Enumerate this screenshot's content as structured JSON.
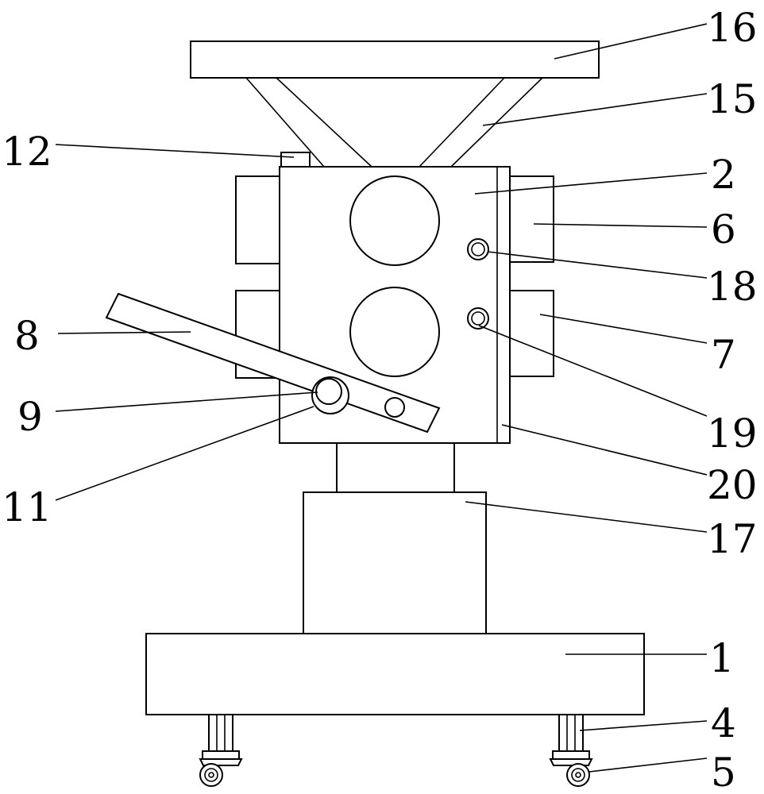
{
  "labels": {
    "l1": "1",
    "l2": "2",
    "l4": "4",
    "l5": "5",
    "l6": "6",
    "l7": "7",
    "l8": "8",
    "l9": "9",
    "l11": "11",
    "l12": "12",
    "l15": "15",
    "l16": "16",
    "l17": "17",
    "l18": "18",
    "l19": "19",
    "l20": "20"
  }
}
